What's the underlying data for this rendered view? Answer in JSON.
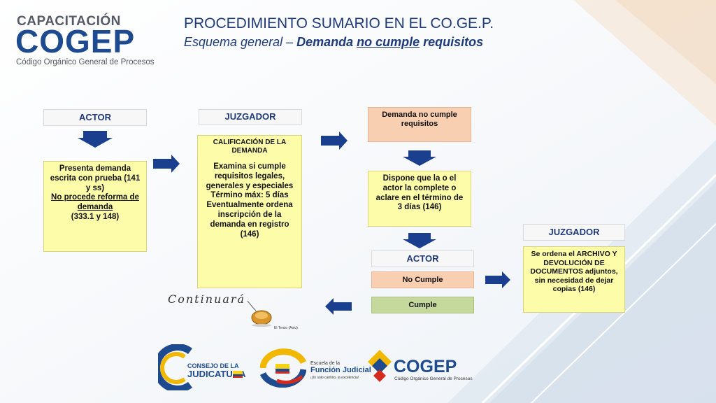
{
  "header": {
    "logo_cap": "CAPACITACIÓN",
    "logo_main": "COGEP",
    "logo_sub": "Código Orgánico General de Procesos",
    "title": "PROCEDIMIENTO SUMARIO EN EL CO.GE.P.",
    "subtitle_prefix": "Esquema general – ",
    "subtitle_b1": "Demanda ",
    "subtitle_u": "no cumple",
    "subtitle_b2": " requisitos"
  },
  "col1": {
    "header": "ACTOR",
    "box_line1": "Presenta demanda escrita con prueba (141  y ss)",
    "box_line2": "No procede reforma de demanda",
    "box_line3": "(333.1 y 148)"
  },
  "col2": {
    "header": "JUZGADOR",
    "box_title": "CALIFICACIÓN DE LA DEMANDA",
    "box_body": "Examina si cumple requisitos legales, generales y especiales Término máx: 5 días Eventualmente ordena inscripción de la demanda en registro (146)"
  },
  "col3": {
    "top_box": "Demanda no cumple requisitos",
    "mid_box": "Dispone que la o el actor la complete o aclare en el término de 3 días (146)",
    "actor_header": "ACTOR",
    "no_cumple": "No Cumple",
    "cumple": "Cumple"
  },
  "col4": {
    "header": "JUZGADOR",
    "box": "Se ordena el ARCHIVO Y DEVOLUCIÓN DE DOCUMENTOS adjuntos, sin necesidad de dejar copias (146)"
  },
  "continuara": "Continuará",
  "mouse_caption": "El Tercio (Aoiu)",
  "footer": {
    "logo1_l1": "CONSEJO DE LA",
    "logo1_l2": "JUDICATURA",
    "logo2_l1": "Escuela de la",
    "logo2_l2": "Función Judicial",
    "logo2_l3": "¡Un solo camino, la excelencia!",
    "logo3_main": "COGEP",
    "logo3_sub": "Código Orgánico General de Procesos"
  },
  "colors": {
    "navy": "#1f3a7a",
    "yellow": "#fdfca9",
    "peach": "#f8cfb0",
    "green": "#c4d99b",
    "arrow": "#1b3f8f"
  }
}
